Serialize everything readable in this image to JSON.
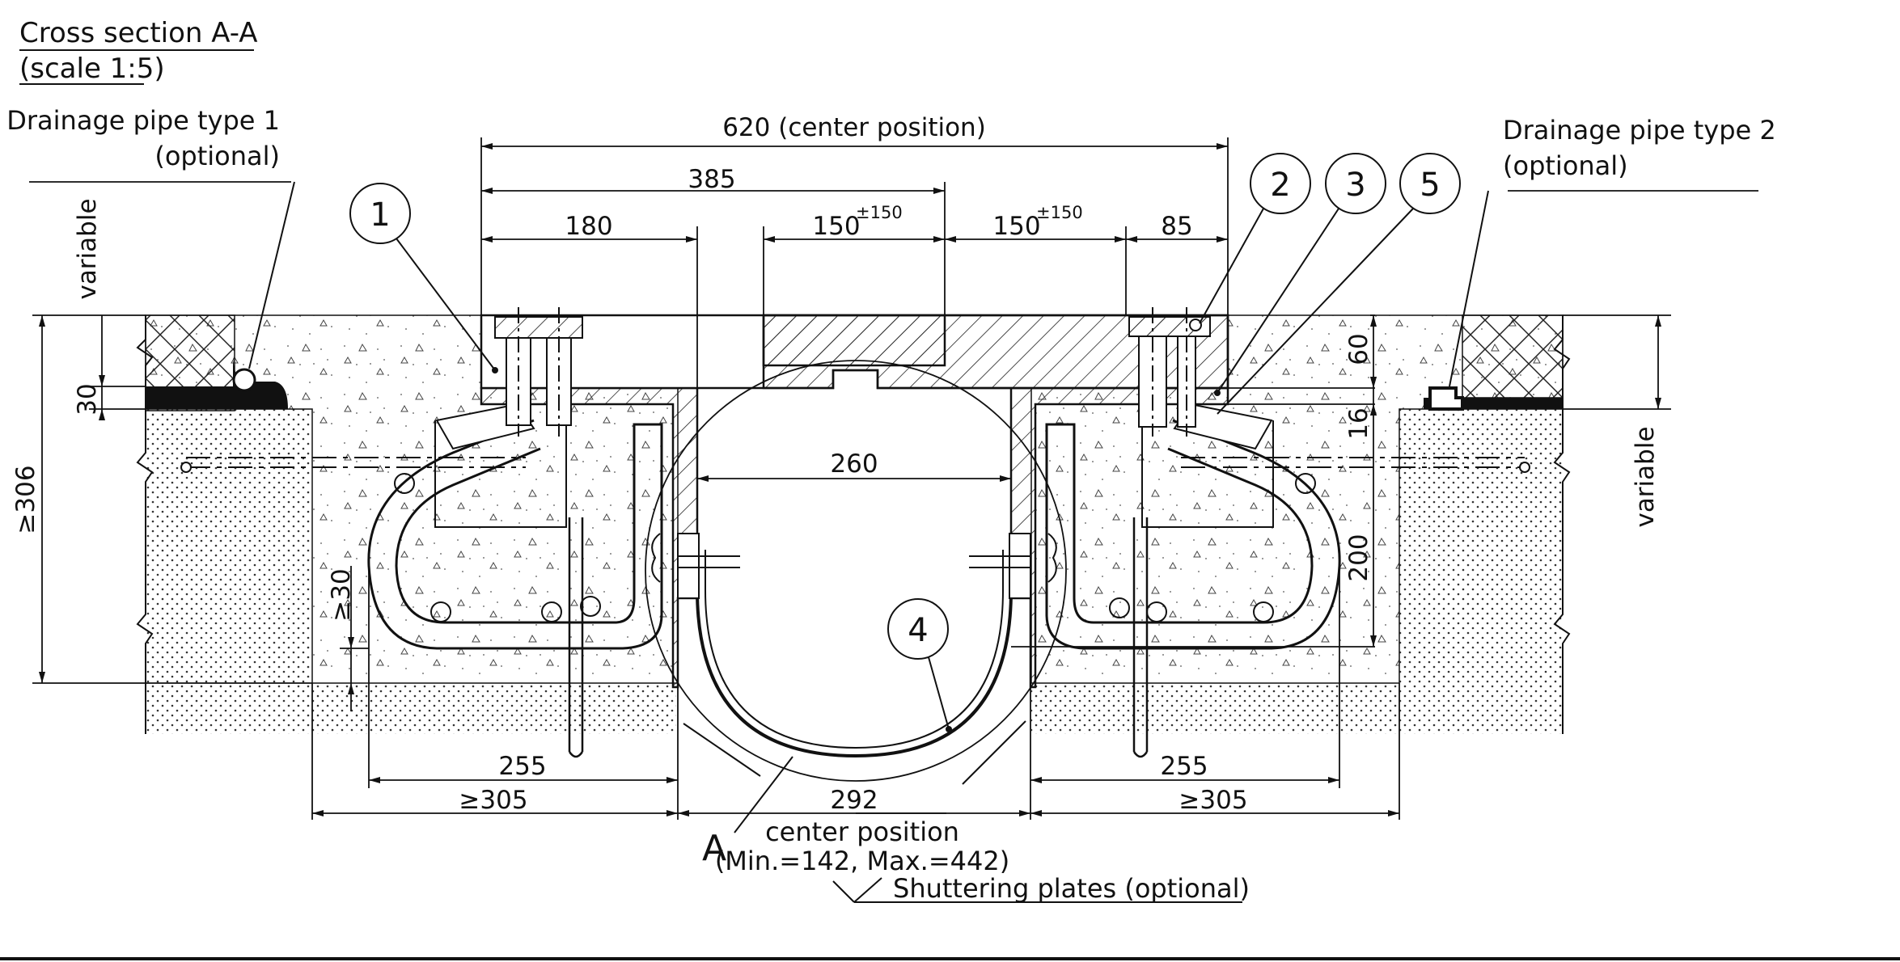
{
  "drawing": {
    "title": "Cross section A-A",
    "scale": "(scale 1:5)",
    "labels": {
      "drainage_1": [
        "Drainage pipe type 1",
        "(optional)"
      ],
      "drainage_2": [
        "Drainage pipe type 2",
        "(optional)"
      ],
      "variable": "variable",
      "center_position": "center position",
      "min_max": "(Min.=142, Max.=442)",
      "shuttering": "Shuttering plates (optional)",
      "section_mark": "A"
    },
    "dimensions": {
      "overall": "620 (center position)",
      "d385": "385",
      "d180": "180",
      "d150": "150",
      "tol150": "±150",
      "d85": "85",
      "d260": "260",
      "d255": "255",
      "ge305": "≥305",
      "d292": "292",
      "d30": "30",
      "ge306": "≥306",
      "ge30": "≥30",
      "d60": "60",
      "d16": "16",
      "d200": "200"
    },
    "balloons": [
      "1",
      "2",
      "3",
      "4",
      "5"
    ],
    "colors": {
      "line": "#111111",
      "background": "#ffffff"
    }
  }
}
